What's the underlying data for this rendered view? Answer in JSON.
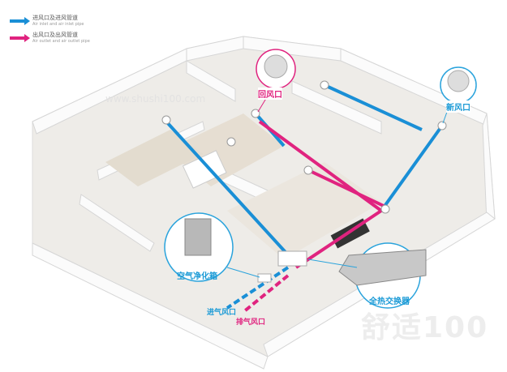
{
  "legend": [
    {
      "zh": "进风口及进风管道",
      "en": "Air inlet and air inlet pipe",
      "color": "#1a8fd6"
    },
    {
      "zh": "出风口及出风管道",
      "en": "Air outlet and air outlet pipe",
      "color": "#e0237f"
    }
  ],
  "callouts": {
    "return_vent": "回风口",
    "fresh_vent": "新风口",
    "purifier": "空气净化箱",
    "exchanger": "全热交换器",
    "intake": "进气风口",
    "exhaust": "排气风口"
  },
  "watermark": {
    "logo": "舒适100",
    "site": "www.shushi100.com"
  },
  "colors": {
    "inlet": "#1a8fd6",
    "outlet": "#e0237f",
    "callout": "#2aa3dc"
  }
}
